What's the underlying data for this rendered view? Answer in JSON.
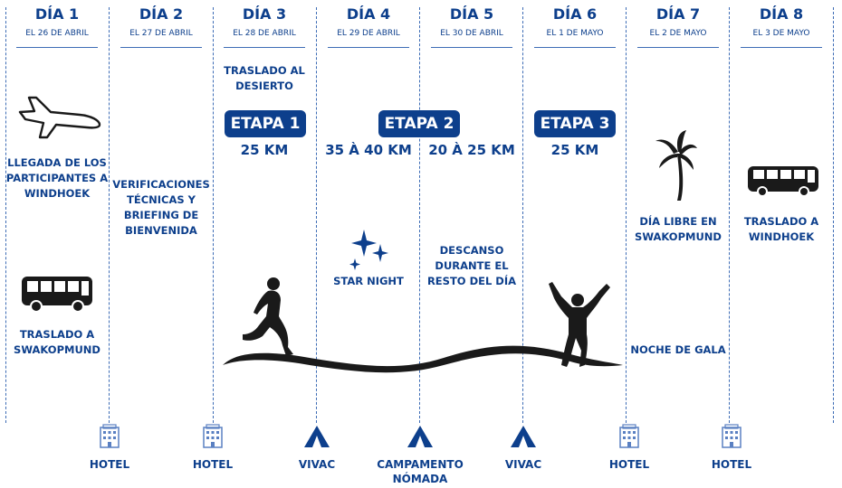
{
  "days": [
    {
      "title": "DÍA 1",
      "date": "EL 26 DE ABRIL"
    },
    {
      "title": "DÍA 2",
      "date": "EL 27 DE ABRIL"
    },
    {
      "title": "DÍA 3",
      "date": "EL 28 DE ABRIL"
    },
    {
      "title": "DÍA 4",
      "date": "EL 29 DE ABRIL"
    },
    {
      "title": "DÍA 5",
      "date": "EL 30 DE ABRIL"
    },
    {
      "title": "DÍA 6",
      "date": "EL 1 DE MAYO"
    },
    {
      "title": "DÍA 7",
      "date": "EL 2 DE MAYO"
    },
    {
      "title": "DÍA 8",
      "date": "EL 3 DE MAYO"
    }
  ],
  "activities": {
    "arrival": "LLEGADA DE LOS PARTICIPANTES A WINDHOEK",
    "transfer_swakopmund": "TRASLADO A SWAKOPMUND",
    "checks": "VERIFICACIONES TÉCNICAS Y BRIEFING DE BIENVENIDA",
    "transfer_desert": "TRASLADO AL DESIERTO",
    "star_night": "STAR NIGHT",
    "rest": "DESCANSO DURANTE EL RESTO DEL DÍA",
    "free_day": "DÍA LIBRE EN SWAKOPMUND",
    "gala": "NOCHE DE GALA",
    "transfer_windhoek": "TRASLADO A WINDHOEK"
  },
  "stages": [
    {
      "label": "ETAPA 1",
      "distance": "25 KM"
    },
    {
      "label": "ETAPA 2",
      "distance_a": "35 À 40 KM",
      "distance_b": "20 À 25 KM"
    },
    {
      "label": "ETAPA 3",
      "distance": "25 KM"
    }
  ],
  "lodging": [
    {
      "label": "HOTEL",
      "icon": "hotel-icon"
    },
    {
      "label": "HOTEL",
      "icon": "hotel-icon"
    },
    {
      "label": "VIVAC",
      "icon": "tent-icon"
    },
    {
      "label": "CAMPAMENTO NÓMADA",
      "icon": "tent-icon"
    },
    {
      "label": "VIVAC",
      "icon": "tent-icon"
    },
    {
      "label": "HOTEL",
      "icon": "hotel-icon"
    },
    {
      "label": "HOTEL",
      "icon": "hotel-icon"
    }
  ],
  "colors": {
    "primary": "#0d3f8c",
    "line": "#3d6cb5",
    "icon": "#1a1a1a"
  }
}
